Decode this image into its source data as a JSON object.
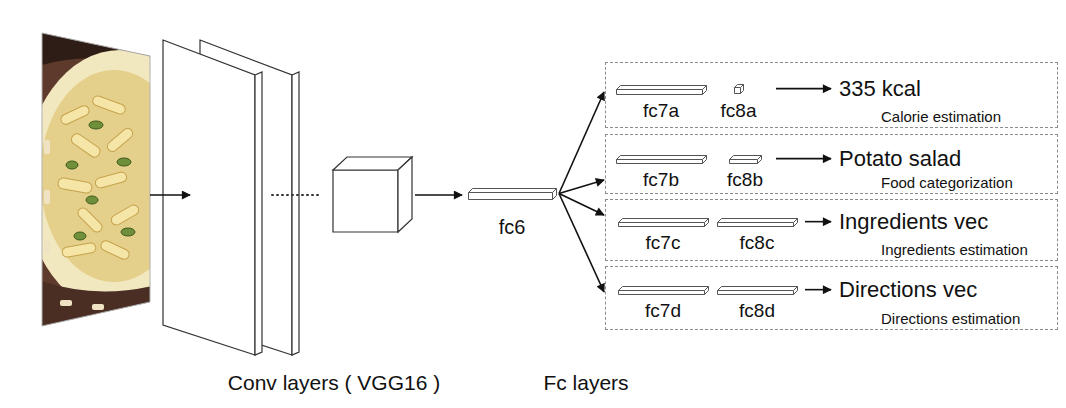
{
  "diagram": {
    "nodes": [
      {
        "text": [
          "fc6"
        ]
      },
      {
        "text": [
          "335 kcal",
          "Calorie estimation"
        ]
      },
      {
        "text": [
          "fc7a"
        ],
        "in": 1
      },
      {
        "text": [
          "fc8a"
        ],
        "in": 1
      },
      {
        "text": [
          "Potato salad",
          "Food categorization"
        ]
      },
      {
        "text": [
          "fc7b"
        ],
        "in": 4
      },
      {
        "text": [
          "fc8b"
        ],
        "in": 4
      },
      {
        "text": [
          "Ingredients vec",
          "Ingredients estimation"
        ]
      },
      {
        "text": [
          "fc7c"
        ],
        "in": 7
      },
      {
        "text": [
          "fc8c"
        ],
        "in": 7
      },
      {
        "text": [
          "Directions vec",
          "Directions estimation"
        ]
      },
      {
        "text": [
          "fc7d"
        ],
        "in": 10
      },
      {
        "text": [
          "fc8d"
        ],
        "in": 10
      }
    ],
    "edges": [
      {
        "from": 0,
        "to": 1,
        "arrow": "to"
      },
      {
        "from": 0,
        "to": 4,
        "arrow": "to"
      },
      {
        "from": 0,
        "to": 7,
        "arrow": "to"
      },
      {
        "from": 0,
        "to": 10,
        "arrow": "to"
      }
    ],
    "labels": [
      "Conv layers ( VGG16 )",
      "Fc layers"
    ]
  }
}
